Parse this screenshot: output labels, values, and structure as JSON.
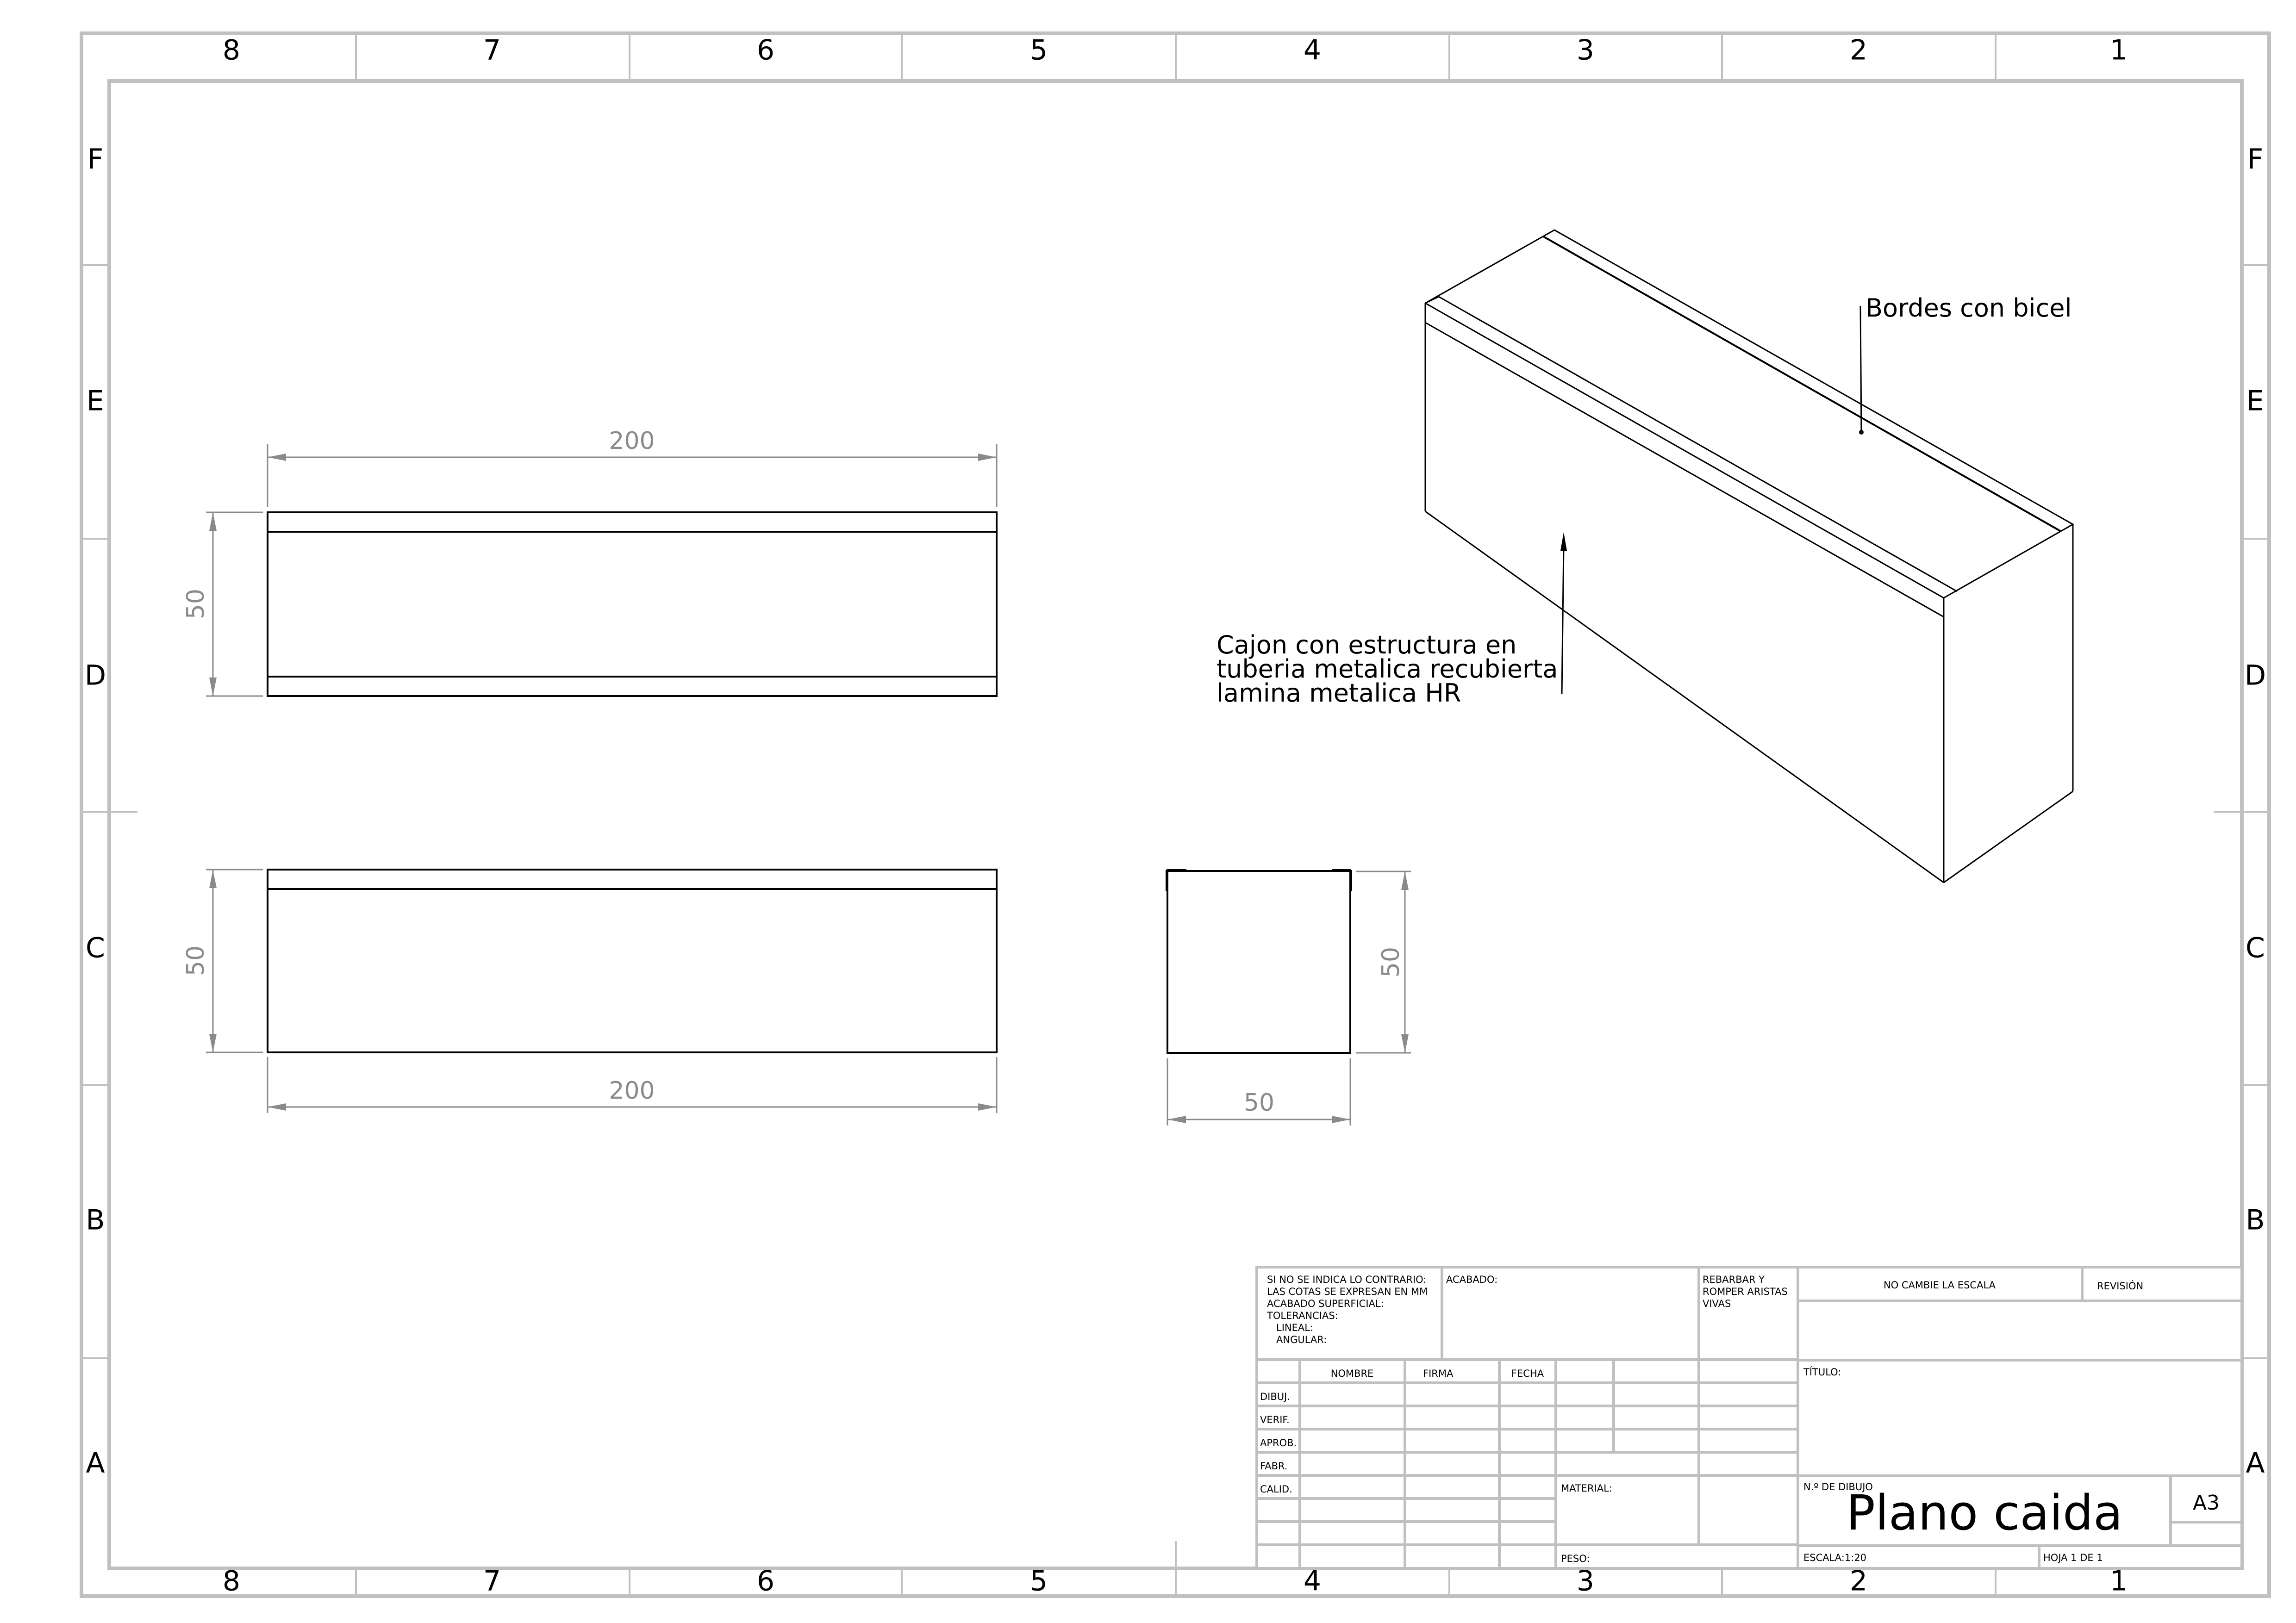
{
  "sheet": {
    "size": "A3",
    "frame_color": "#c0c0c0",
    "dimension_color": "#8a8a8a",
    "column_zones": [
      "8",
      "7",
      "6",
      "5",
      "4",
      "3",
      "2",
      "1"
    ],
    "row_zones": [
      "F",
      "E",
      "D",
      "C",
      "B",
      "A"
    ]
  },
  "views": {
    "top": {
      "length_dim": "200",
      "height_dim": "50"
    },
    "front": {
      "length_dim": "200",
      "height_dim": "50"
    },
    "side": {
      "width_dim": "50",
      "height_dim": "50"
    },
    "isometric": {
      "notes": {
        "bevel": "Bordes con bicel",
        "structure_line1": "Cajon con estructura en",
        "structure_line2": "tuberia metalica recubierta",
        "structure_line3": "lamina metalica HR"
      }
    }
  },
  "title_block": {
    "general_notes": {
      "line1": "SI NO SE INDICA LO CONTRARIO:",
      "line2": "LAS COTAS SE EXPRESAN EN MM",
      "line3": "ACABADO SUPERFICIAL:",
      "line4": "TOLERANCIAS:",
      "line5": "LINEAL:",
      "line6": "ANGULAR:"
    },
    "finish_label": "ACABADO:",
    "deburr": {
      "line1": "REBARBAR Y",
      "line2": "ROMPER ARISTAS",
      "line3": "VIVAS"
    },
    "do_not_scale": "NO CAMBIE LA ESCALA",
    "revision_label": "REVISIÓN",
    "columns": {
      "name": "NOMBRE",
      "signature": "FIRMA",
      "date": "FECHA"
    },
    "rows": [
      "DIBUJ.",
      "VERIF.",
      "APROB.",
      "FABR.",
      "CALID."
    ],
    "title_label": "TÍTULO:",
    "material_label": "MATERIAL:",
    "weight_label": "PESO:",
    "drawing_number_label": "N.º DE DIBUJO",
    "drawing_name": "Plano caida",
    "paper_size": "A3",
    "scale": "ESCALA:1:20",
    "sheet": "HOJA 1 DE 1"
  }
}
